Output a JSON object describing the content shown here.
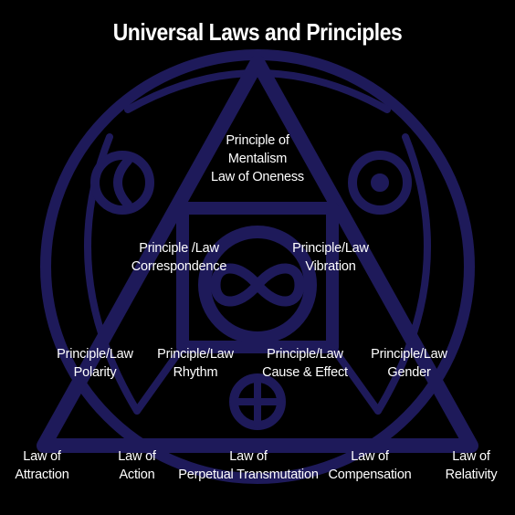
{
  "title": "Universal Laws and Principles",
  "colors": {
    "background": "#000000",
    "emblem_stroke": "#1e1a5a",
    "text": "#ffffff"
  },
  "principles": {
    "mentalism": [
      "Principle of",
      "Mentalism",
      "Law of Oneness"
    ],
    "correspondence": [
      "Principle /Law",
      "Correspondence"
    ],
    "vibration": [
      "Principle/Law",
      "Vibration"
    ],
    "polarity": [
      "Principle/Law",
      "Polarity"
    ],
    "rhythm": [
      "Principle/Law",
      "Rhythm"
    ],
    "cause_effect": [
      "Principle/Law",
      "Cause & Effect"
    ],
    "gender": [
      "Principle/Law",
      "Gender"
    ]
  },
  "laws": {
    "attraction": [
      "Law of",
      "Attraction"
    ],
    "action": [
      "Law of",
      "Action"
    ],
    "transmutation": [
      "Law of",
      "Perpetual Transmutation"
    ],
    "compensation": [
      "Law of",
      "Compensation"
    ],
    "relativity": [
      "Law of",
      "Relativity"
    ]
  }
}
